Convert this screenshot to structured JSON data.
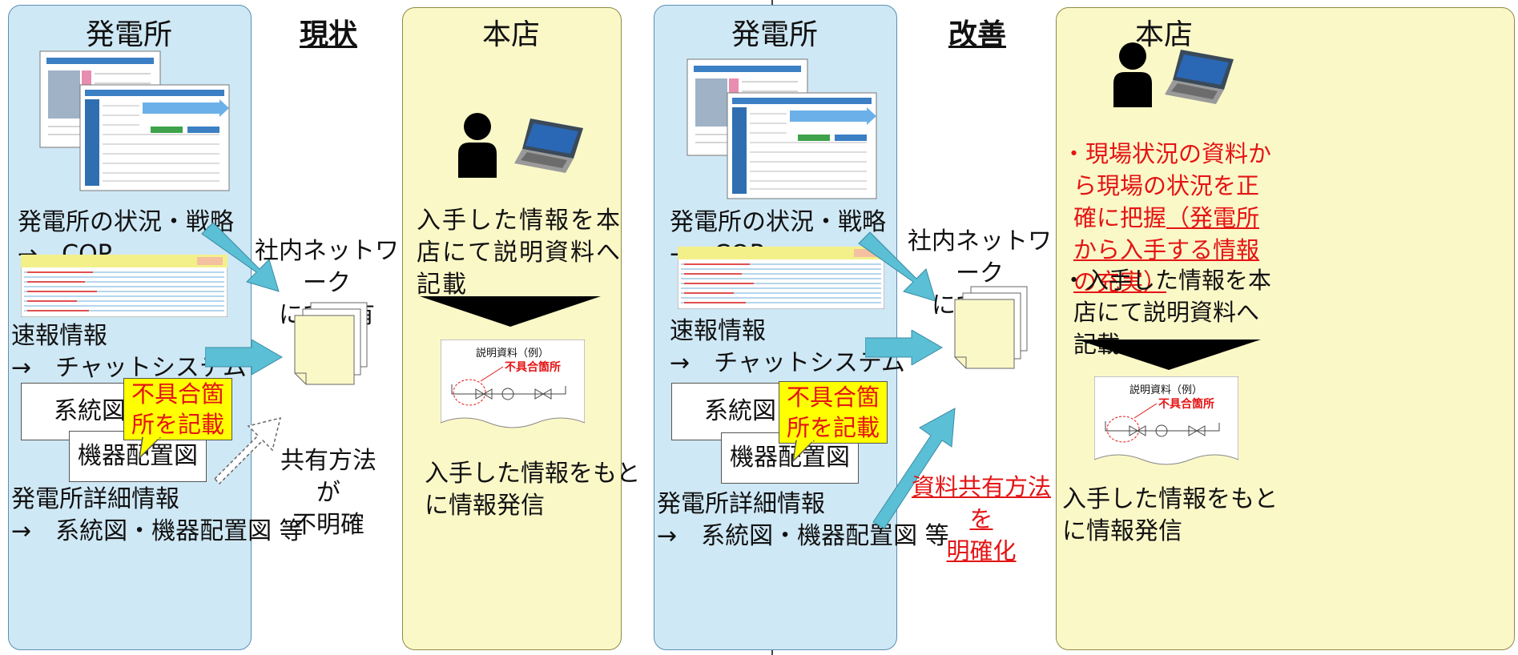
{
  "divider": "dashed",
  "left": {
    "plant_title": "発電所",
    "status_title": "現状",
    "hq_title": "本店",
    "cop_line1": "発電所の状況・戦略",
    "cop_line2": "→　COP",
    "flash_line1": "速報情報",
    "flash_line2": "→　チャットシステム",
    "system_diagram": "系統図",
    "equipment_diagram": "機器配置図",
    "callout_line1": "不具合箇",
    "callout_line2": "所を記載",
    "detail_line1": "発電所詳細情報",
    "detail_line2": "→　系統図・機器配置図 等",
    "network_line1": "社内ネットワーク",
    "network_line2": "にて共有",
    "unclear_line1": "共有方法が",
    "unclear_line2": "不明確",
    "hq_text_line1": "入手した情報を本",
    "hq_text_line2": "店にて説明資料へ",
    "hq_text_line3": "記載",
    "sample_title": "説明資料（例）",
    "sample_defect": "不具合箇所",
    "hq_bottom_line1": "入手した情報をもと",
    "hq_bottom_line2": "に情報発信"
  },
  "right": {
    "plant_title": "発電所",
    "status_title": "改善",
    "hq_title": "本店",
    "cop_line1": "発電所の状況・戦略",
    "cop_line2": "→　COP",
    "flash_line1": "速報情報",
    "flash_line2": "→　チャットシステム",
    "system_diagram": "系統図",
    "equipment_diagram": "機器配置図",
    "callout_line1": "不具合箇",
    "callout_line2": "所を記載",
    "detail_line1": "発電所詳細情報",
    "detail_line2": "→　系統図・機器配置図 等",
    "network_line1": "社内ネットワーク",
    "network_line2": "にて共有",
    "clarify_line1": "資料共有方法を",
    "clarify_line2": "明確化",
    "hq_red_line1": "・現場状況の資料か",
    "hq_red_line2": "ら現場の状況を正",
    "hq_red_line3": "確に把握",
    "hq_red_line3b": "（発電所",
    "hq_red_line4": "から入手する情報",
    "hq_red_line5": "の充実）",
    "hq_text_line1": "・入手した情報を本",
    "hq_text_line2": "店にて説明資料へ",
    "hq_text_line3": "記載",
    "sample_title": "説明資料（例）",
    "sample_defect": "不具合箇所",
    "hq_bottom_line1": "入手した情報をもと",
    "hq_bottom_line2": "に情報発信"
  },
  "colors": {
    "plant_panel": "#cfe8f5",
    "hq_panel": "#fbf8c8",
    "arrow": "#5bbfd6",
    "callout": "#ffff00",
    "highlight_red": "#e41414"
  },
  "icons": [
    "document-stack-icon",
    "person-icon",
    "laptop-icon",
    "arrow-right-icon",
    "arrow-down-icon"
  ]
}
